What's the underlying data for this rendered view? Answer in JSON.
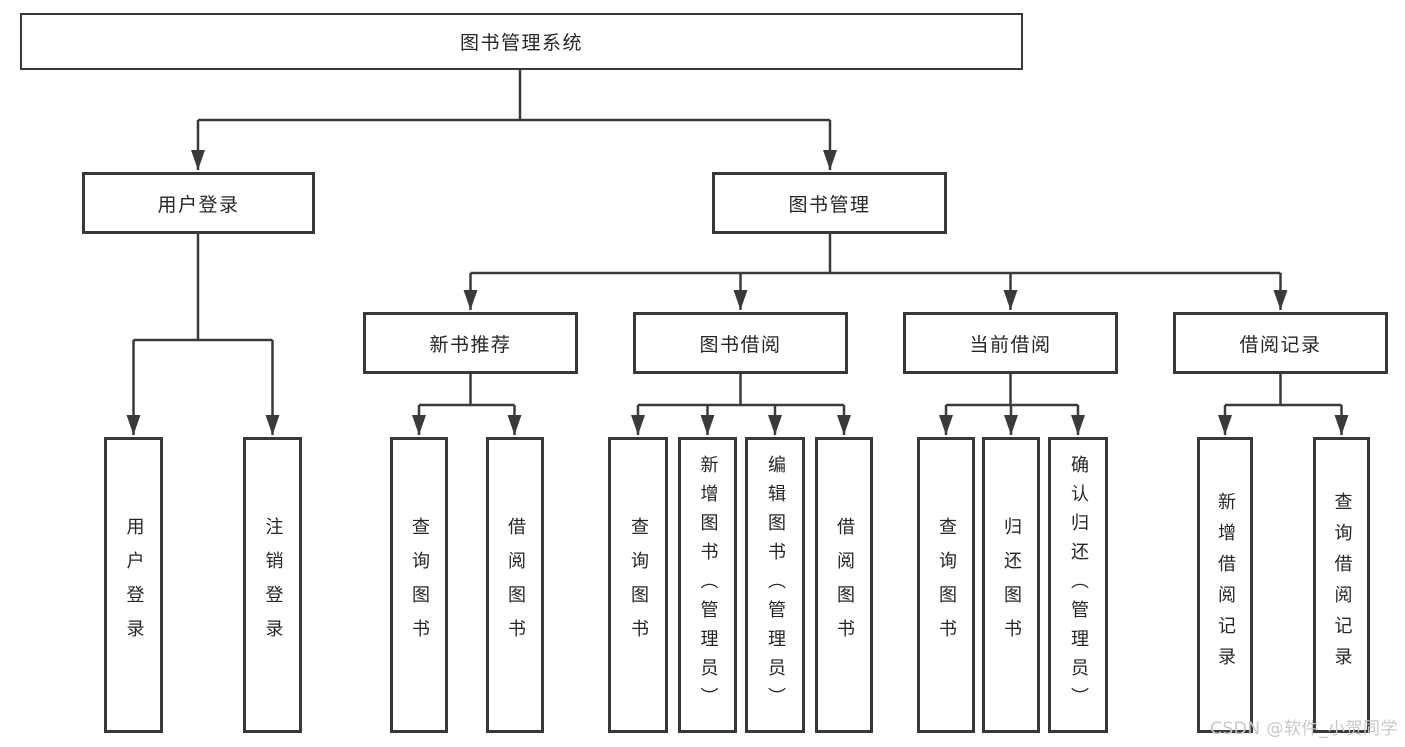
{
  "colors": {
    "line": "#3a3a3a",
    "box_border": "#383838",
    "text": "#262626",
    "watermark": "#c8c8c8",
    "background": "#ffffff"
  },
  "watermark": {
    "text": "CSDN @软件_小贺同学"
  },
  "diagram": {
    "root": {
      "label": "图书管理系统"
    },
    "level2": [
      {
        "label": "用户登录"
      },
      {
        "label": "图书管理"
      }
    ],
    "level3": [
      {
        "label": "新书推荐",
        "parent": "图书管理"
      },
      {
        "label": "图书借阅",
        "parent": "图书管理"
      },
      {
        "label": "当前借阅",
        "parent": "图书管理"
      },
      {
        "label": "借阅记录",
        "parent": "图书管理"
      }
    ],
    "leaves": [
      {
        "label": "用户登录",
        "parent": "用户登录"
      },
      {
        "label": "注销登录",
        "parent": "用户登录"
      },
      {
        "label": "查询图书",
        "parent": "新书推荐"
      },
      {
        "label": "借阅图书",
        "parent": "新书推荐"
      },
      {
        "label": "查询图书",
        "parent": "图书借阅"
      },
      {
        "label": "新增图书（管理员）",
        "parent": "图书借阅"
      },
      {
        "label": "编辑图书（管理员）",
        "parent": "图书借阅"
      },
      {
        "label": "借阅图书",
        "parent": "图书借阅"
      },
      {
        "label": "查询图书",
        "parent": "当前借阅"
      },
      {
        "label": "归还图书",
        "parent": "当前借阅"
      },
      {
        "label": "确认归还（管理员）",
        "parent": "当前借阅"
      },
      {
        "label": "新增借阅记录",
        "parent": "借阅记录"
      },
      {
        "label": "查询借阅记录",
        "parent": "借阅记录"
      }
    ]
  }
}
